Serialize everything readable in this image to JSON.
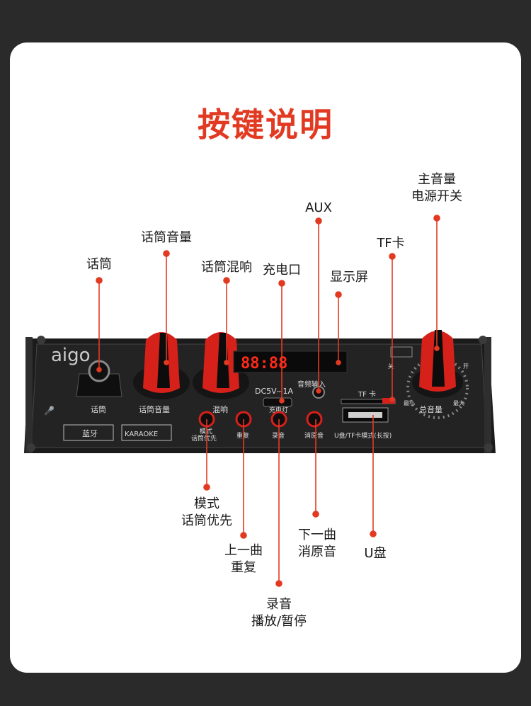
{
  "title": "按键说明",
  "callouts": {
    "mic": "话筒",
    "mic_volume": "话筒音量",
    "mic_reverb": "话筒混响",
    "charge_port": "充电口",
    "aux": "AUX",
    "display": "显示屏",
    "tf_card": "TF卡",
    "main_volume_line1": "主音量",
    "main_volume_line2": "电源开关",
    "mode_line1": "模式",
    "mode_line2": "话筒优先",
    "prev_line1": "上一曲",
    "prev_line2": "重复",
    "record_line1": "录音",
    "record_line2": "播放/暂停",
    "next_line1": "下一曲",
    "next_line2": "消原音",
    "usb": "U盘"
  },
  "panel": {
    "brand": "aigo",
    "display_digits": "88:88",
    "mic_label": "话筒",
    "mic_vol_label": "话筒音量",
    "reverb_label": "混响",
    "dc_label": "DC5V⎓1A",
    "charge_led_label": "充电灯",
    "aux_label": "音频输入",
    "tf_label": "TF 卡",
    "usb_mode_label": "U盘/TF卡模式(长按)",
    "main_vol_label": "总音量",
    "min_label": "最小",
    "max_label": "最大",
    "off_label": "关",
    "on_label": "开",
    "mode_btn_line1": "模式",
    "mode_btn_line2": "话筒优先",
    "prev_btn": "重复",
    "play_btn": "录音",
    "next_btn": "消原音",
    "bt_badge": "蓝牙",
    "karaoke_badge": "KARAOKE"
  },
  "colors": {
    "accent": "#e23a22",
    "panel": "#1c1c1c",
    "knob_red": "#d6201a"
  }
}
